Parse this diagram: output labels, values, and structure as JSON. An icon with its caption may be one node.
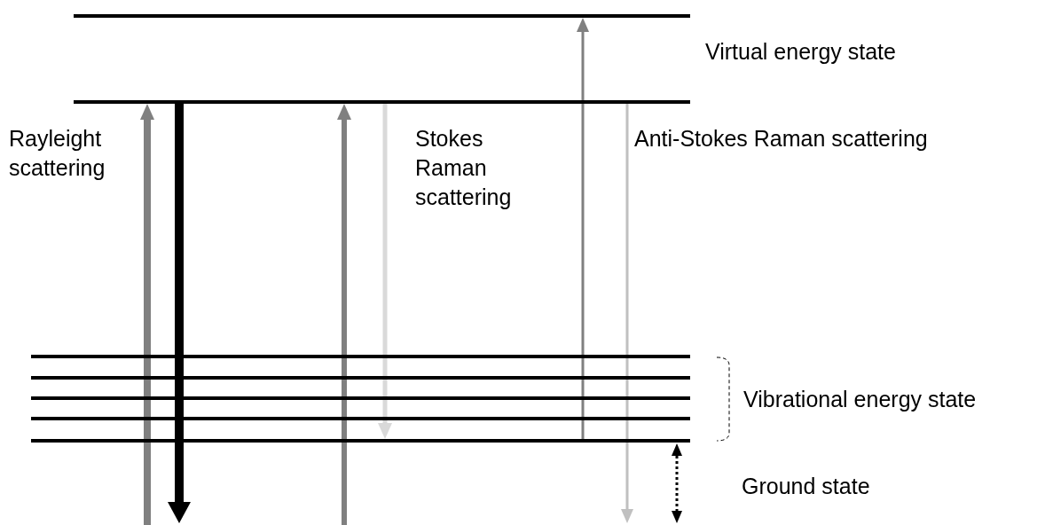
{
  "diagram": {
    "nodes": [
      {
        "text": [],
        "shape": "bar"
      },
      {
        "text": [],
        "shape": "bar"
      },
      {
        "text": [],
        "shape": "bar"
      },
      {
        "text": [],
        "shape": "bar"
      },
      {
        "text": [],
        "shape": "bar"
      },
      {
        "text": [],
        "shape": "bar"
      },
      {
        "text": [],
        "shape": "bar"
      }
    ],
    "edges": [
      {
        "from": null,
        "to": 1,
        "arrow": "to"
      },
      {
        "from": 1,
        "to": null,
        "arrow": "to",
        "style": "thick",
        "color": "#000000"
      },
      {
        "from": null,
        "to": 1,
        "arrow": "to"
      },
      {
        "from": 1,
        "to": 6,
        "arrow": "to",
        "color": "#d9d9d9"
      },
      {
        "from": 6,
        "to": 0,
        "arrow": "to"
      },
      {
        "from": 1,
        "to": null,
        "arrow": "to",
        "color": "#c0c0c0"
      }
    ],
    "labels": [
      "Virtual energy state",
      "Rayleight scattering",
      "Stokes Raman scattering",
      "Anti-Stokes Raman scattering",
      "Vibrational energy state",
      "Ground state"
    ]
  }
}
